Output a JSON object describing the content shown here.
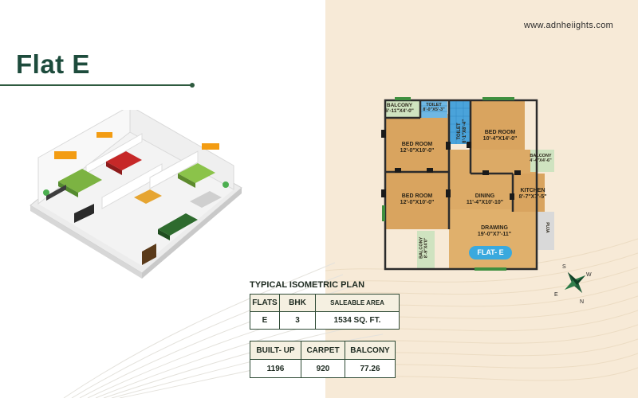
{
  "brand": {
    "website": "www.adnheiights.com"
  },
  "page": {
    "title": "Flat E"
  },
  "isometric": {
    "caption": "TYPICAL ISOMETRIC PLAN"
  },
  "floor_plan": {
    "badge": "FLAT- E",
    "rooms": [
      {
        "name": "BALCONY",
        "size": "6'-11\"X4'-0\""
      },
      {
        "name": "TOILET",
        "size": "8'-0\"X5'-3\""
      },
      {
        "name": "TOILET",
        "size": "8'-1\"X8'-4\""
      },
      {
        "name": "BED ROOM",
        "size": "10'-4\"X14'-0\""
      },
      {
        "name": "BED ROOM",
        "size": "12'-0\"X10'-0\""
      },
      {
        "name": "BALCONY",
        "size": "4'-4\"X4'-6\""
      },
      {
        "name": "BED ROOM",
        "size": "12'-0\"X10'-0\""
      },
      {
        "name": "DINING",
        "size": "11'-4\"X10'-10\""
      },
      {
        "name": "KITCHEN",
        "size": "8'-7\"X7'-5\""
      },
      {
        "name": "DRAWING",
        "size": "19'-0\"X7'-11\""
      },
      {
        "name": "BALCONY",
        "size": "8'-9\"X4'0\""
      },
      {
        "name": "PUJA",
        "size": ""
      }
    ]
  },
  "compass": {
    "labels": [
      "S",
      "W",
      "E",
      "N"
    ]
  },
  "table1": {
    "headers": [
      "FLATS",
      "BHK",
      "SALEABLE AREA"
    ],
    "row": [
      "E",
      "3",
      "1534 SQ. FT."
    ]
  },
  "table2": {
    "headers": [
      "BUILT- UP",
      "CARPET",
      "BALCONY"
    ],
    "row": [
      "1196",
      "920",
      "77.26"
    ]
  }
}
